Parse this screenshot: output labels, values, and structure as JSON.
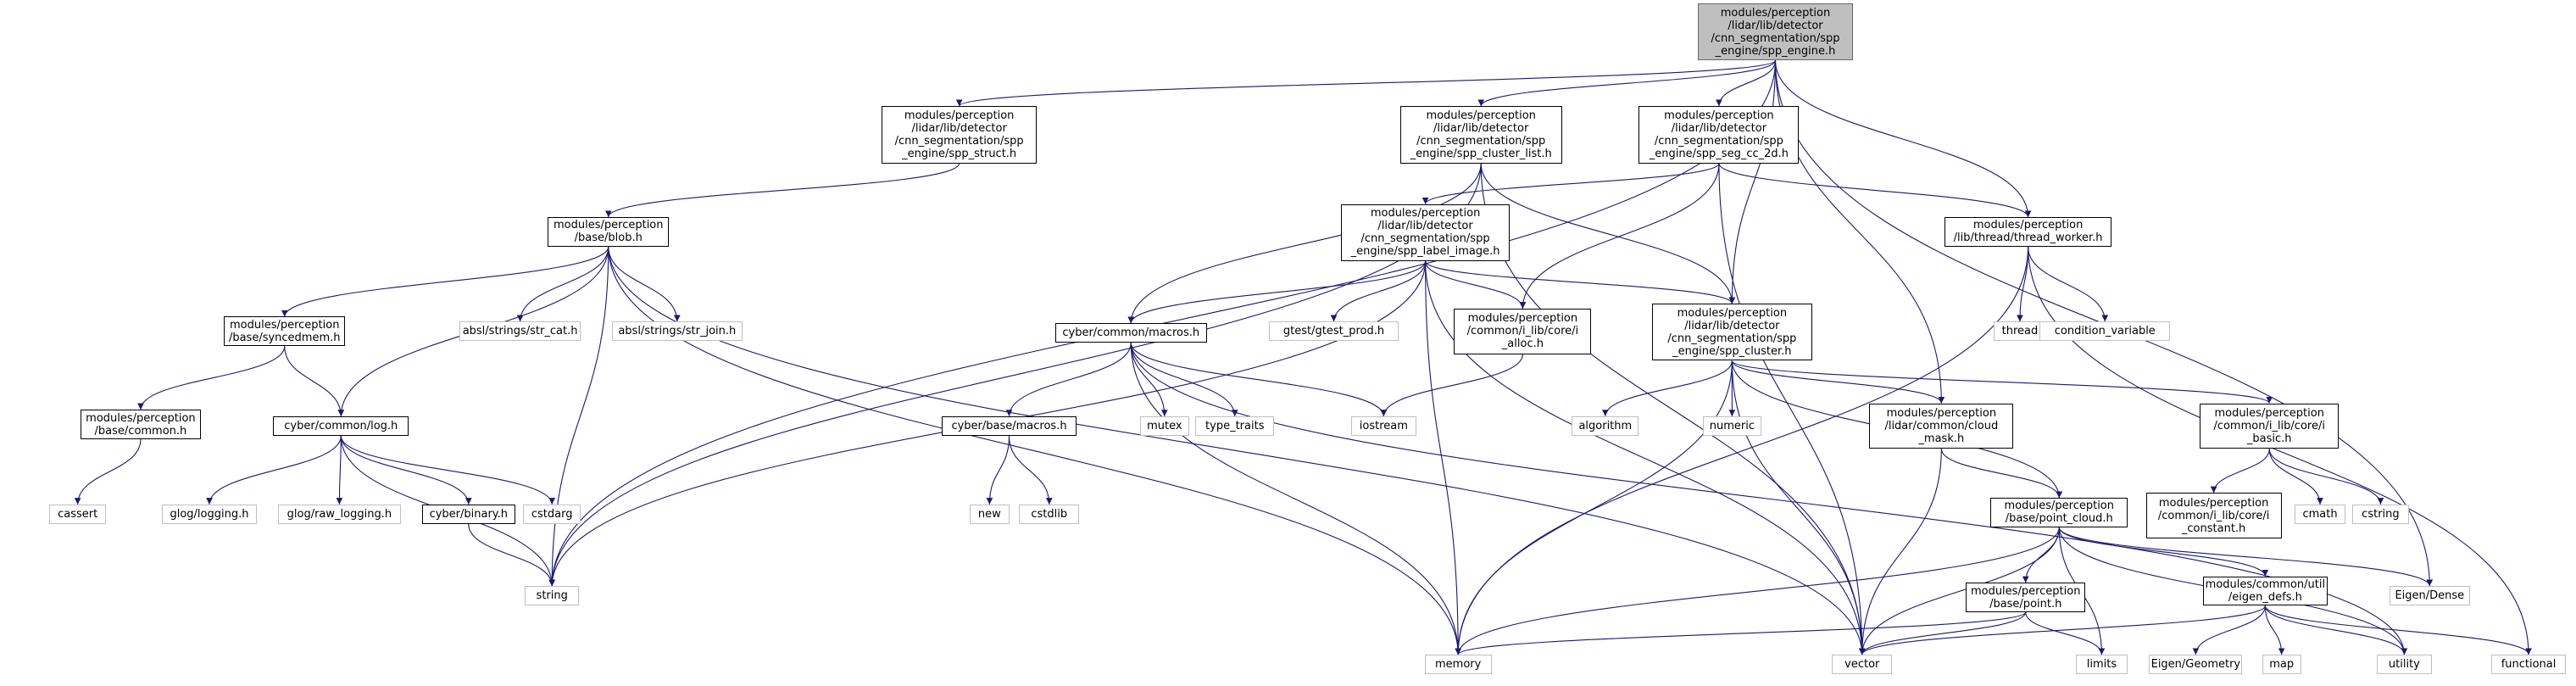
{
  "title": "modules/perception/lidar/lib/detector/cnn_segmentation/spp_engine/spp_engine.h",
  "edge_color": "#191970",
  "nodes": [
    {
      "id": "spp_engine",
      "kind": "root",
      "lines": [
        "modules/perception",
        "/lidar/lib/detector",
        "/cnn_segmentation/spp",
        "_engine/spp_engine.h"
      ]
    },
    {
      "id": "spp_struct",
      "kind": "proj",
      "lines": [
        "modules/perception",
        "/lidar/lib/detector",
        "/cnn_segmentation/spp",
        "_engine/spp_struct.h"
      ]
    },
    {
      "id": "spp_cluster_list",
      "kind": "proj",
      "lines": [
        "modules/perception",
        "/lidar/lib/detector",
        "/cnn_segmentation/spp",
        "_engine/spp_cluster_list.h"
      ]
    },
    {
      "id": "spp_seg_cc_2d",
      "kind": "proj",
      "lines": [
        "modules/perception",
        "/lidar/lib/detector",
        "/cnn_segmentation/spp",
        "_engine/spp_seg_cc_2d.h"
      ]
    },
    {
      "id": "blob",
      "kind": "proj",
      "lines": [
        "modules/perception",
        "/base/blob.h"
      ]
    },
    {
      "id": "spp_label_image",
      "kind": "proj",
      "lines": [
        "modules/perception",
        "/lidar/lib/detector",
        "/cnn_segmentation/spp",
        "_engine/spp_label_image.h"
      ]
    },
    {
      "id": "thread_worker",
      "kind": "proj",
      "lines": [
        "modules/perception",
        "/lib/thread/thread_worker.h"
      ]
    },
    {
      "id": "syncedmem",
      "kind": "proj",
      "lines": [
        "modules/perception",
        "/base/syncedmem.h"
      ]
    },
    {
      "id": "str_cat",
      "kind": "ext",
      "lines": [
        "absl/strings/str_cat.h"
      ]
    },
    {
      "id": "str_join",
      "kind": "ext",
      "lines": [
        "absl/strings/str_join.h"
      ]
    },
    {
      "id": "cyber_macros",
      "kind": "proj",
      "lines": [
        "cyber/common/macros.h"
      ]
    },
    {
      "id": "gtest_prod",
      "kind": "ext",
      "lines": [
        "gtest/gtest_prod.h"
      ]
    },
    {
      "id": "i_alloc",
      "kind": "proj",
      "lines": [
        "modules/perception",
        "/common/i_lib/core/i",
        "_alloc.h"
      ]
    },
    {
      "id": "spp_cluster",
      "kind": "proj",
      "lines": [
        "modules/perception",
        "/lidar/lib/detector",
        "/cnn_segmentation/spp",
        "_engine/spp_cluster.h"
      ]
    },
    {
      "id": "thread",
      "kind": "ext",
      "lines": [
        "thread"
      ]
    },
    {
      "id": "condition_variable",
      "kind": "ext",
      "lines": [
        "condition_variable"
      ]
    },
    {
      "id": "base_common",
      "kind": "proj",
      "lines": [
        "modules/perception",
        "/base/common.h"
      ]
    },
    {
      "id": "cyber_log",
      "kind": "proj",
      "lines": [
        "cyber/common/log.h"
      ]
    },
    {
      "id": "cyber_base_macros",
      "kind": "proj",
      "lines": [
        "cyber/base/macros.h"
      ]
    },
    {
      "id": "mutex",
      "kind": "ext",
      "lines": [
        "mutex"
      ]
    },
    {
      "id": "type_traits",
      "kind": "ext",
      "lines": [
        "type_traits"
      ]
    },
    {
      "id": "iostream",
      "kind": "ext",
      "lines": [
        "iostream"
      ]
    },
    {
      "id": "algorithm",
      "kind": "ext",
      "lines": [
        "algorithm"
      ]
    },
    {
      "id": "numeric",
      "kind": "ext",
      "lines": [
        "numeric"
      ]
    },
    {
      "id": "cloud_mask",
      "kind": "proj",
      "lines": [
        "modules/perception",
        "/lidar/common/cloud",
        "_mask.h"
      ]
    },
    {
      "id": "i_basic",
      "kind": "proj",
      "lines": [
        "modules/perception",
        "/common/i_lib/core/i",
        "_basic.h"
      ]
    },
    {
      "id": "cassert",
      "kind": "ext",
      "lines": [
        "cassert"
      ]
    },
    {
      "id": "glog_logging",
      "kind": "ext",
      "lines": [
        "glog/logging.h"
      ]
    },
    {
      "id": "glog_raw_logging",
      "kind": "ext",
      "lines": [
        "glog/raw_logging.h"
      ]
    },
    {
      "id": "cyber_binary",
      "kind": "proj",
      "lines": [
        "cyber/binary.h"
      ]
    },
    {
      "id": "cstdarg",
      "kind": "ext",
      "lines": [
        "cstdarg"
      ]
    },
    {
      "id": "new",
      "kind": "ext",
      "lines": [
        "new"
      ]
    },
    {
      "id": "cstdlib",
      "kind": "ext",
      "lines": [
        "cstdlib"
      ]
    },
    {
      "id": "point_cloud",
      "kind": "proj",
      "lines": [
        "modules/perception",
        "/base/point_cloud.h"
      ]
    },
    {
      "id": "i_constant",
      "kind": "proj",
      "lines": [
        "modules/perception",
        "/common/i_lib/core/i",
        "_constant.h"
      ]
    },
    {
      "id": "cmath",
      "kind": "ext",
      "lines": [
        "cmath"
      ]
    },
    {
      "id": "cstring",
      "kind": "ext",
      "lines": [
        "cstring"
      ]
    },
    {
      "id": "string",
      "kind": "ext",
      "lines": [
        "string"
      ]
    },
    {
      "id": "base_point",
      "kind": "proj",
      "lines": [
        "modules/perception",
        "/base/point.h"
      ]
    },
    {
      "id": "eigen_defs",
      "kind": "proj",
      "lines": [
        "modules/common/util",
        "/eigen_defs.h"
      ]
    },
    {
      "id": "eigen_dense",
      "kind": "ext",
      "lines": [
        "Eigen/Dense"
      ]
    },
    {
      "id": "memory",
      "kind": "ext",
      "lines": [
        "memory"
      ]
    },
    {
      "id": "vector",
      "kind": "ext",
      "lines": [
        "vector"
      ]
    },
    {
      "id": "limits",
      "kind": "ext",
      "lines": [
        "limits"
      ]
    },
    {
      "id": "eigen_geometry",
      "kind": "ext",
      "lines": [
        "Eigen/Geometry"
      ]
    },
    {
      "id": "map",
      "kind": "ext",
      "lines": [
        "map"
      ]
    },
    {
      "id": "utility",
      "kind": "ext",
      "lines": [
        "utility"
      ]
    },
    {
      "id": "functional",
      "kind": "ext",
      "lines": [
        "functional"
      ]
    }
  ],
  "edges": [
    [
      "spp_engine",
      "string"
    ],
    [
      "spp_engine",
      "spp_struct"
    ],
    [
      "spp_engine",
      "spp_cluster_list"
    ],
    [
      "spp_engine",
      "spp_seg_cc_2d"
    ],
    [
      "spp_engine",
      "spp_cluster"
    ],
    [
      "spp_engine",
      "thread_worker"
    ],
    [
      "spp_engine",
      "cloud_mask"
    ],
    [
      "spp_engine",
      "eigen_dense"
    ],
    [
      "spp_struct",
      "blob"
    ],
    [
      "blob",
      "syncedmem"
    ],
    [
      "blob",
      "cyber_log"
    ],
    [
      "blob",
      "str_cat"
    ],
    [
      "blob",
      "str_join"
    ],
    [
      "blob",
      "string"
    ],
    [
      "blob",
      "memory"
    ],
    [
      "blob",
      "vector"
    ],
    [
      "syncedmem",
      "base_common"
    ],
    [
      "syncedmem",
      "cyber_log"
    ],
    [
      "base_common",
      "cassert"
    ],
    [
      "cyber_log",
      "glog_logging"
    ],
    [
      "cyber_log",
      "glog_raw_logging"
    ],
    [
      "cyber_log",
      "cyber_binary"
    ],
    [
      "cyber_log",
      "cstdarg"
    ],
    [
      "cyber_log",
      "string"
    ],
    [
      "cyber_binary",
      "string"
    ],
    [
      "spp_cluster_list",
      "cyber_macros"
    ],
    [
      "spp_cluster_list",
      "spp_cluster"
    ],
    [
      "spp_cluster_list",
      "string"
    ],
    [
      "spp_cluster_list",
      "vector"
    ],
    [
      "spp_seg_cc_2d",
      "spp_label_image"
    ],
    [
      "spp_seg_cc_2d",
      "i_alloc"
    ],
    [
      "spp_seg_cc_2d",
      "thread_worker"
    ],
    [
      "spp_seg_cc_2d",
      "vector"
    ],
    [
      "spp_label_image",
      "cyber_macros"
    ],
    [
      "spp_label_image",
      "gtest_prod"
    ],
    [
      "spp_label_image",
      "i_alloc"
    ],
    [
      "spp_label_image",
      "spp_cluster"
    ],
    [
      "spp_label_image",
      "memory"
    ],
    [
      "spp_label_image",
      "string"
    ],
    [
      "spp_label_image",
      "vector"
    ],
    [
      "cyber_macros",
      "cyber_base_macros"
    ],
    [
      "cyber_macros",
      "mutex"
    ],
    [
      "cyber_macros",
      "type_traits"
    ],
    [
      "cyber_macros",
      "iostream"
    ],
    [
      "cyber_macros",
      "memory"
    ],
    [
      "cyber_macros",
      "utility"
    ],
    [
      "cyber_base_macros",
      "new"
    ],
    [
      "cyber_base_macros",
      "cstdlib"
    ],
    [
      "i_alloc",
      "iostream"
    ],
    [
      "spp_cluster",
      "algorithm"
    ],
    [
      "spp_cluster",
      "numeric"
    ],
    [
      "spp_cluster",
      "cloud_mask"
    ],
    [
      "spp_cluster",
      "i_basic"
    ],
    [
      "spp_cluster",
      "point_cloud"
    ],
    [
      "spp_cluster",
      "memory"
    ],
    [
      "spp_cluster",
      "vector"
    ],
    [
      "thread_worker",
      "thread"
    ],
    [
      "thread_worker",
      "condition_variable"
    ],
    [
      "thread_worker",
      "memory"
    ],
    [
      "thread_worker",
      "functional"
    ],
    [
      "cloud_mask",
      "point_cloud"
    ],
    [
      "cloud_mask",
      "vector"
    ],
    [
      "i_basic",
      "i_constant"
    ],
    [
      "i_basic",
      "cmath"
    ],
    [
      "i_basic",
      "cstring"
    ],
    [
      "point_cloud",
      "base_point"
    ],
    [
      "point_cloud",
      "eigen_defs"
    ],
    [
      "point_cloud",
      "eigen_dense"
    ],
    [
      "point_cloud",
      "limits"
    ],
    [
      "point_cloud",
      "memory"
    ],
    [
      "point_cloud",
      "vector"
    ],
    [
      "point_cloud",
      "utility"
    ],
    [
      "base_point",
      "limits"
    ],
    [
      "base_point",
      "memory"
    ],
    [
      "base_point",
      "vector"
    ],
    [
      "eigen_defs",
      "eigen_geometry"
    ],
    [
      "eigen_defs",
      "map"
    ],
    [
      "eigen_defs",
      "utility"
    ],
    [
      "eigen_defs",
      "vector"
    ],
    [
      "eigen_defs",
      "functional"
    ]
  ]
}
